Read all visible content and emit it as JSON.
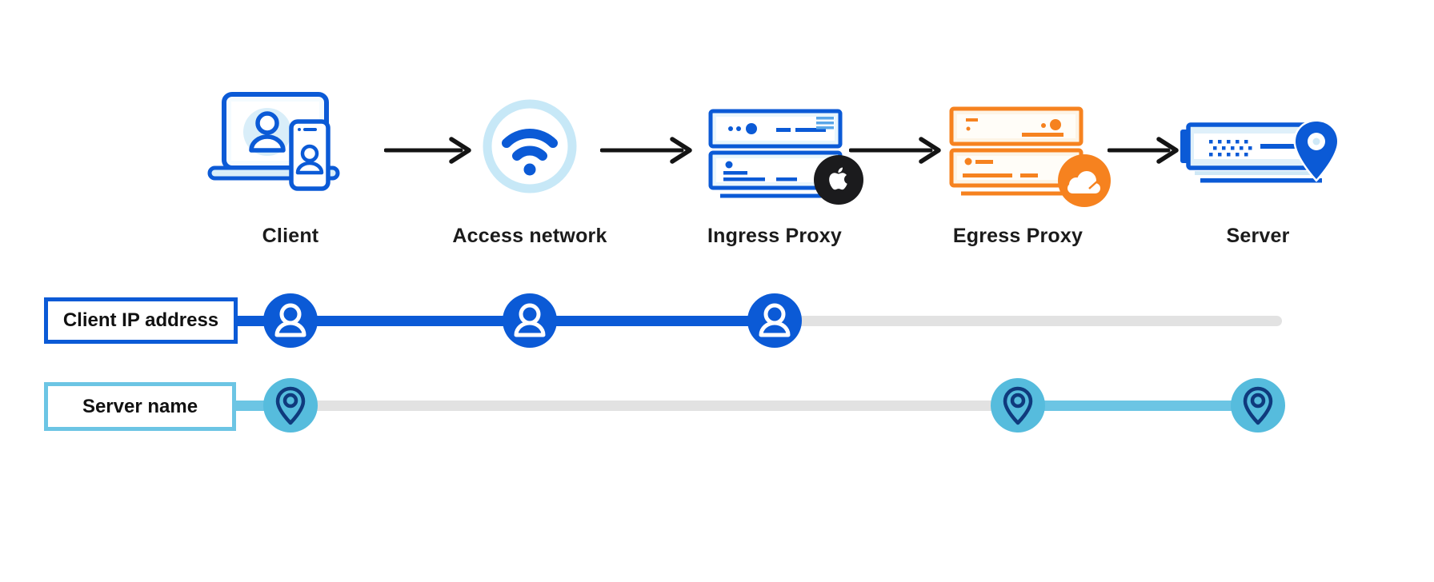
{
  "diagram": {
    "type": "network-flow",
    "description_visible": false
  },
  "flow": {
    "nodes": [
      {
        "id": "client",
        "label": "Client",
        "icon": "laptop-user-icon"
      },
      {
        "id": "access-network",
        "label": "Access network",
        "icon": "wifi-icon"
      },
      {
        "id": "ingress-proxy",
        "label": "Ingress Proxy",
        "icon": "server-stack-blue-icon",
        "badge": "apple-logo"
      },
      {
        "id": "egress-proxy",
        "label": "Egress Proxy",
        "icon": "server-stack-orange-icon",
        "badge": "cloudflare-logo"
      },
      {
        "id": "server",
        "label": "Server",
        "icon": "server-location-icon"
      }
    ],
    "connector_icon": "arrow-right-icon"
  },
  "tracks": [
    {
      "id": "client-ip",
      "label": "Client IP address",
      "line_color": "#0b5ad6",
      "marker_icon": "person-icon",
      "markers_at_nodes": [
        "Client",
        "Access network",
        "Ingress Proxy"
      ],
      "known_segment": "Client to Ingress Proxy",
      "unknown_segment_color": "#e2e2e2"
    },
    {
      "id": "server-name",
      "label": "Server name",
      "line_color": "#6cc5e4",
      "marker_icon": "location-pin-icon",
      "markers_at_nodes": [
        "Client",
        "Egress Proxy",
        "Server"
      ],
      "known_segment": "Egress Proxy to Server",
      "unknown_segment_color": "#e2e2e2"
    }
  ],
  "colors": {
    "primary_blue": "#0b5ad6",
    "pale_blue": "#d9eef9",
    "ring_blue": "#c7e8f7",
    "cyan": "#56bcdd",
    "navy_pin": "#0f3a7d",
    "orange": "#f6821f",
    "pale_orange": "#fdf4e6",
    "gray_track": "#e2e2e2",
    "arrow_black": "#141414",
    "apple_badge": "#1b1b1d"
  }
}
